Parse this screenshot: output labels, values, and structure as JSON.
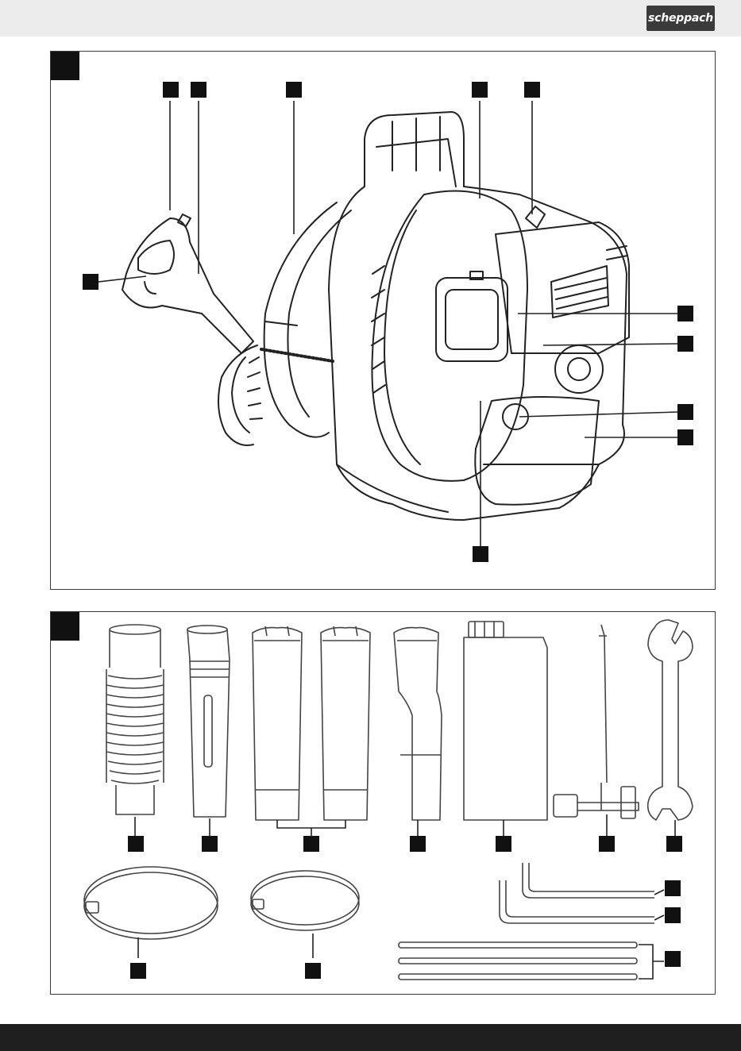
{
  "header": {
    "brand": "scheppach",
    "brand_bg": "#3b3b3b",
    "bar_color": "#ececec"
  },
  "figure1": {
    "description_icon": "backpack-blower-illustration",
    "callout_count": 12
  },
  "figure2": {
    "items": [
      "flexible-hose-icon",
      "adapter-tube-icon",
      "blower-tube-1-icon",
      "blower-tube-2-icon",
      "nozzle-tube-icon",
      "fuel-mixing-bottle-icon",
      "spark-plug-wrench-icon",
      "open-end-wrench-icon",
      "hose-clamp-large-icon",
      "hose-clamp-small-icon",
      "allen-key-large-icon",
      "allen-key-small-icon",
      "cable-ties-icon"
    ]
  },
  "footer": {
    "bar_color": "#1f1f1f"
  }
}
